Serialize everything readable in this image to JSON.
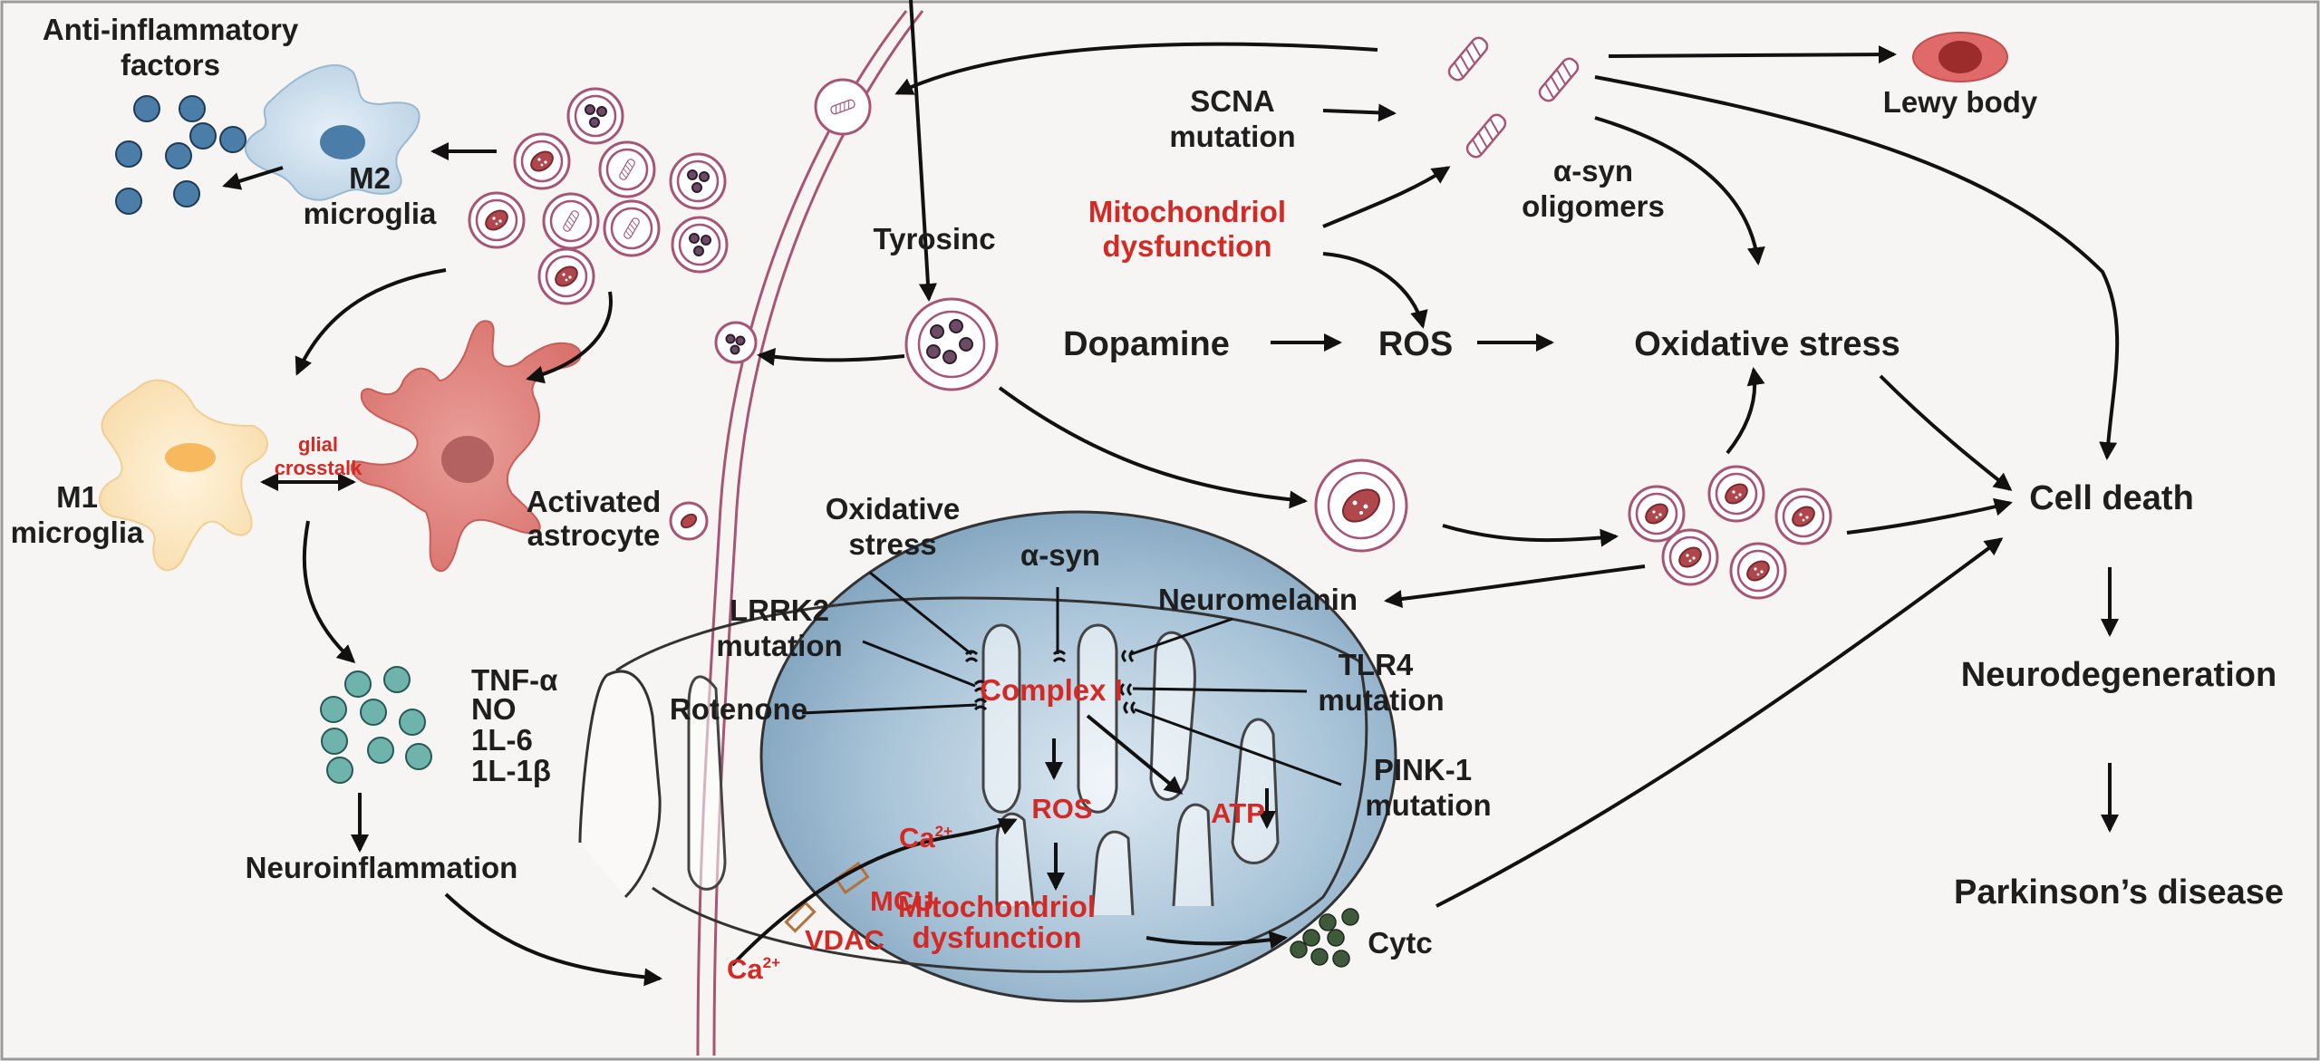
{
  "figure": {
    "m2": {
      "anti_inflammatory_line1": "Anti-inflammatory",
      "anti_inflammatory_line2": "factors",
      "label_line1": "M2",
      "label_line2": "microglia"
    },
    "m1": {
      "label_line1": "M1",
      "label_line2": "microglia"
    },
    "glial_crosstalk_line1": "glial",
    "glial_crosstalk_line2": "crosstalk",
    "astrocyte_line1": "Activated",
    "astrocyte_line2": "astrocyte",
    "cytokines": [
      "TNF-α",
      "NO",
      "1L-6",
      "1L-1β"
    ],
    "neuroinflammation": "Neuroinflammation",
    "tyrosine": "Tyrosinc",
    "dopamine": "Dopamine",
    "ros": "ROS",
    "oxidative_stress": "Oxidative stress",
    "scna_line1": "SCNA",
    "scna_line2": "mutation",
    "mito_dys_line1": "Mitochondriol",
    "mito_dys_line2": "dysfunction",
    "asyn_oligomers_line1": "α-syn",
    "asyn_oligomers_line2": "oligomers",
    "lewy_body": "Lewy body",
    "cell_death": "Cell death",
    "neurodegeneration": "Neurodegeneration",
    "parkinsons": "Parkinson’s disease",
    "neuromelanin": "Neuromelanin",
    "mito": {
      "oxidative_stress_line1": "Oxidative",
      "oxidative_stress_line2": "stress",
      "asyn": "α-syn",
      "lrrk2_line1": "LRRK2",
      "lrrk2_line2": "mutation",
      "rotenone": "Rotenone",
      "tlr4_line1": "TLR4",
      "tlr4_line2": "mutation",
      "pink1_line1": "PINK-1",
      "pink1_line2": "mutation",
      "complex_i": "Complex I",
      "ros": "ROS",
      "atp": "ATP",
      "ca_top": "Ca",
      "ca_bottom": "Ca",
      "ca_sup": "2+",
      "mcu": "MCU",
      "vdac": "VDAC",
      "mito_dys_line1": "Mitochondriol",
      "mito_dys_line2": "dysfunction",
      "cytc": "Cytc"
    }
  },
  "colors": {
    "label_red": "#d42a25",
    "label_dark": "#1e1e1e",
    "m2_microglia": "#c8dcec",
    "m1_microglia": "#fce8c4",
    "astrocyte": "#e48a86",
    "m2_factors": "#4a7ea8",
    "cytokines": "#6fb3ad",
    "mitochondrion": "#9cbcd4",
    "cytc": "#3f5a3a",
    "lewy_body": "#e06a6a",
    "vesicle": "#a85474",
    "background": "#f7f5f4"
  }
}
